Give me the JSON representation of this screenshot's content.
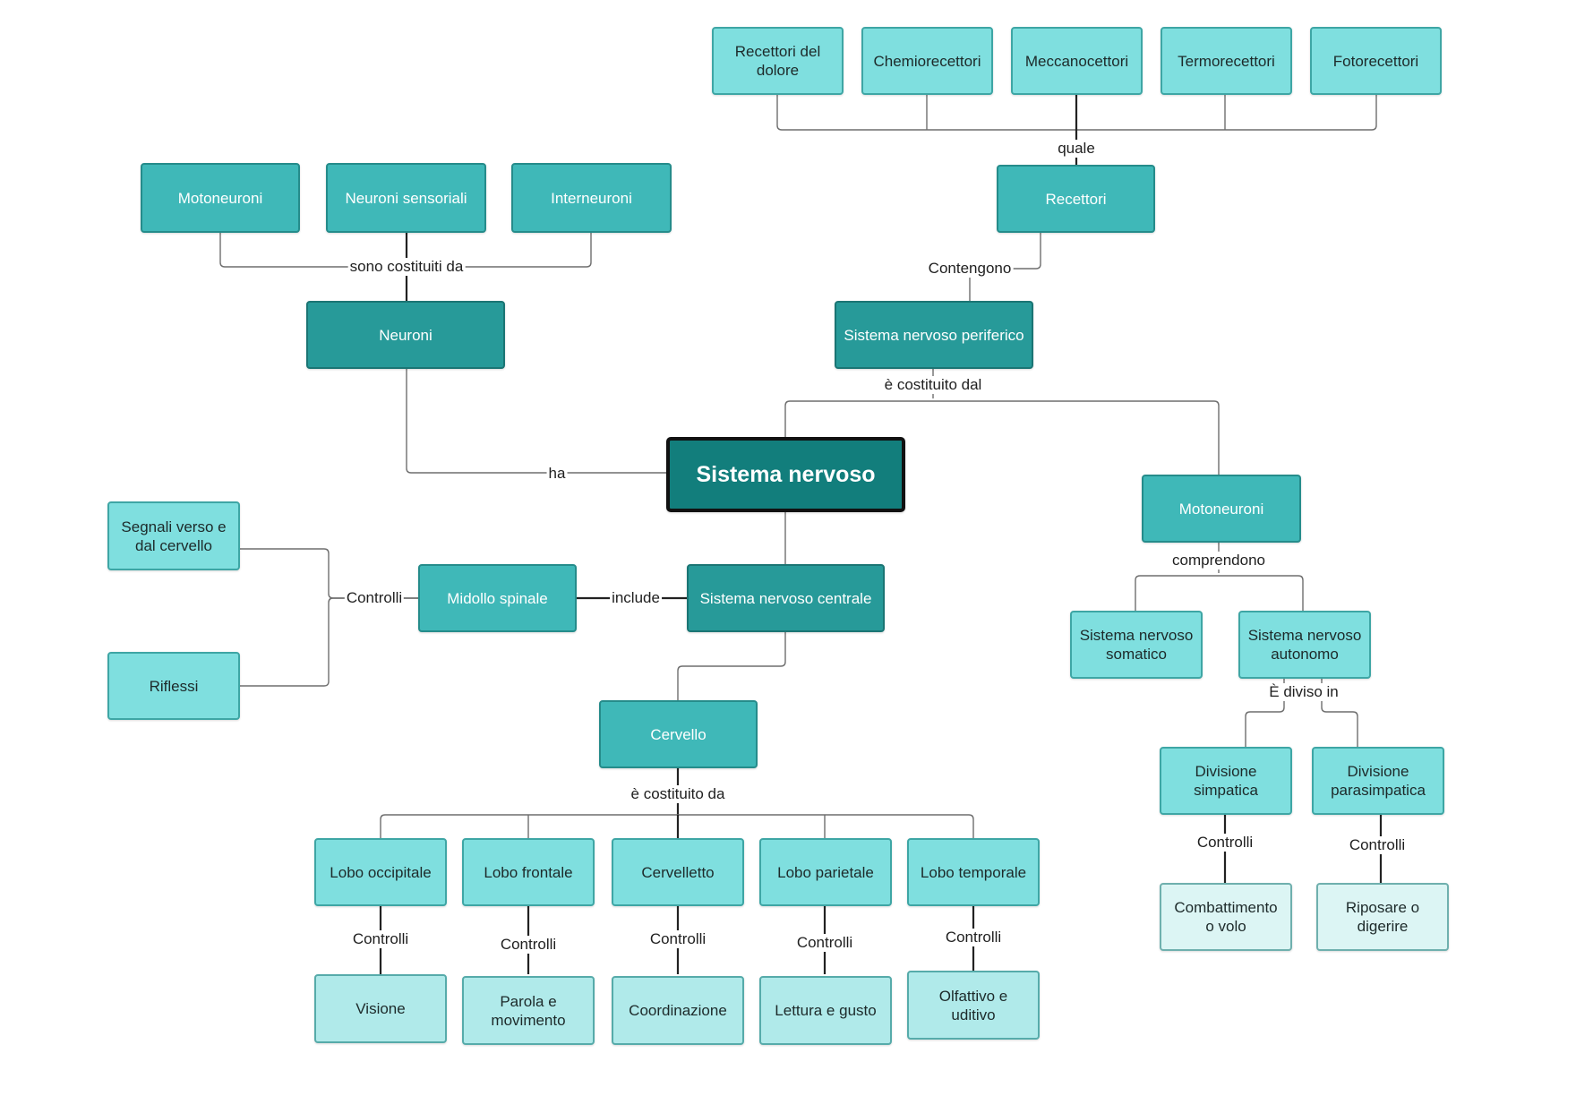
{
  "diagram": {
    "root": "Sistema nervoso",
    "nodes": {
      "recettori_dolore": "Recettori del dolore",
      "chemiorecettori": "Chemiorecettori",
      "meccanocettori": "Meccanocettori",
      "termorecettori": "Termorecettori",
      "fotorecettori": "Fotorecettori",
      "recettori": "Recettori",
      "motoneuroni_top": "Motoneuroni",
      "neuroni_sensoriali": "Neuroni sensoriali",
      "interneuroni": "Interneuroni",
      "neuroni": "Neuroni",
      "sn_periferico": "Sistema nervoso periferico",
      "motoneuroni_right": "Motoneuroni",
      "sn_somatico": "Sistema nervoso somatico",
      "sn_autonomo": "Sistema nervoso autonomo",
      "div_simpatica": "Divisione simpatica",
      "div_parasimpatica": "Divisione parasimpatica",
      "combattimento": "Combattimento o volo",
      "riposare": "Riposare o digerire",
      "segnali": "Segnali verso e dal cervello",
      "riflessi": "Riflessi",
      "midollo": "Midollo spinale",
      "sn_centrale": "Sistema nervoso centrale",
      "cervello": "Cervello",
      "lobo_occipitale": "Lobo occipitale",
      "lobo_frontale": "Lobo frontale",
      "cervelletto": "Cervelletto",
      "lobo_parietale": "Lobo parietale",
      "lobo_temporale": "Lobo temporale",
      "visione": "Visione",
      "parola": "Parola e movimento",
      "coordinazione": "Coordinazione",
      "lettura": "Lettura e gusto",
      "olfattivo": "Olfattivo e uditivo"
    },
    "labels": {
      "quale": "quale",
      "sono_costituiti_da": "sono costituiti da",
      "contengono": "Contengono",
      "e_costituito_dal": "è costituito dal",
      "ha": "ha",
      "comprendono": "comprendono",
      "e_diviso_in": "È diviso in",
      "controlli_simp": "Controlli",
      "controlli_parasimp": "Controlli",
      "controlli_midollo": "Controlli",
      "include": "include",
      "e_costituito_da": "è costituito da",
      "controlli_occ": "Controlli",
      "controlli_front": "Controlli",
      "controlli_cerv": "Controlli",
      "controlli_par": "Controlli",
      "controlli_temp": "Controlli"
    }
  }
}
